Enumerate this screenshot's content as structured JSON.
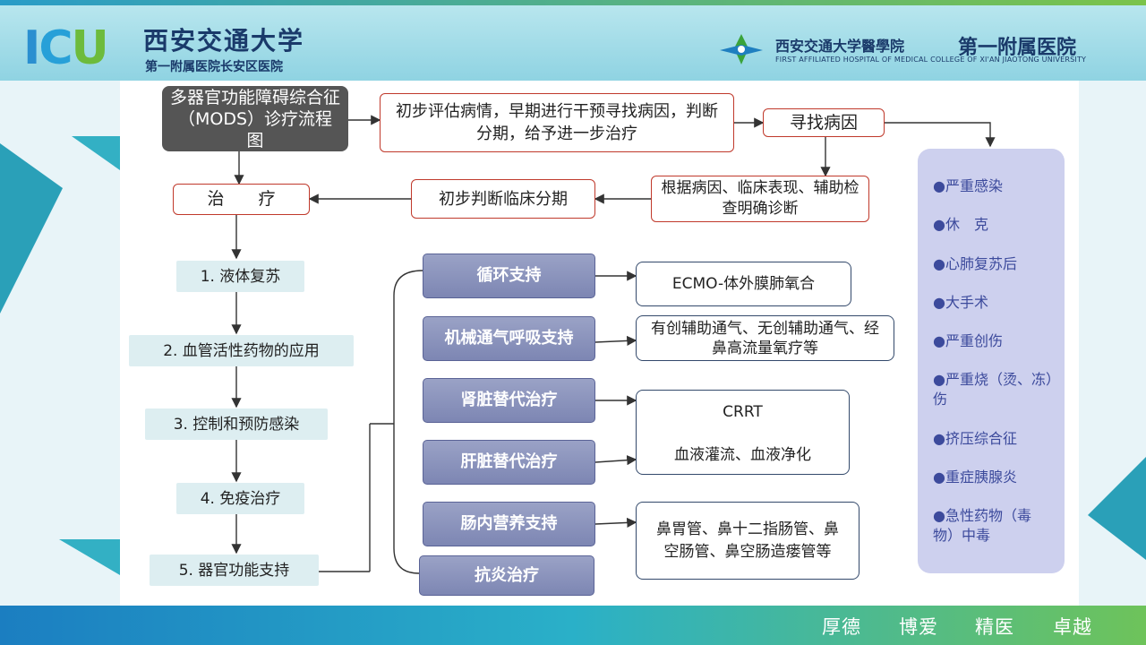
{
  "header": {
    "logo_i": "I",
    "logo_c": "C",
    "logo_u": "U",
    "school_name": "西安交通大学",
    "hospital_name": "第一附属医院长安区医院",
    "college_name": "西安交通大学醫學院",
    "first_hospital": "第一附属医院",
    "english_name": "FIRST AFFILIATED HOSPITAL OF MEDICAL COLLEGE OF XI'AN JIAOTONG UNIVERSITY"
  },
  "flow": {
    "title": "多器官功能障碍综合征（MODS）诊疗流程图",
    "assess": "初步评估病情，早期进行干预寻找病因，判断分期，给予进一步治疗",
    "find_cause": "寻找病因",
    "diagnose": "根据病因、临床表现、辅助检查明确诊断",
    "stage": "初步判断临床分期",
    "treat": "治　　疗",
    "steps": [
      "1. 液体复苏",
      "2. 血管活性药物的应用",
      "3. 控制和预防感染",
      "4. 免疫治疗",
      "5. 器官功能支持"
    ],
    "supports": [
      "循环支持",
      "机械通气呼吸支持",
      "肾脏替代治疗",
      "肝脏替代治疗",
      "肠内营养支持",
      "抗炎治疗"
    ],
    "details": {
      "ecmo": "ECMO-体外膜肺氧合",
      "ventilation": "有创辅助通气、无创辅助通气、经鼻高流量氧疗等",
      "crrt": "CRRT",
      "blood": "血液灌流、血液净化",
      "tube": "鼻胃管、鼻十二指肠管、鼻空肠管、鼻空肠造瘘管等"
    }
  },
  "causes": [
    "●严重感染",
    "●休　克",
    "●心肺复苏后",
    "●大手术",
    "●严重创伤",
    "●严重烧（烫、冻）伤",
    "●挤压综合征",
    "●重症胰腺炎",
    "●急性药物（毒物）中毒"
  ],
  "footer": {
    "motto": [
      "厚德",
      "博爱",
      "精医",
      "卓越"
    ]
  },
  "colors": {
    "accent_red": "#c0392b",
    "cause_text": "#3c4a9c",
    "support_box": "#7d86b3"
  }
}
